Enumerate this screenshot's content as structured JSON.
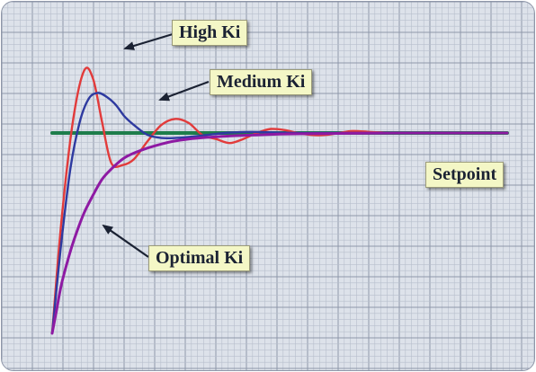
{
  "chart_data": {
    "type": "line",
    "title": "",
    "xlabel": "",
    "ylabel": "",
    "xlim": [
      0,
      10
    ],
    "ylim": [
      0,
      1.35
    ],
    "grid": true,
    "series": [
      {
        "name": "Setpoint",
        "color": "#1e7d4b",
        "x": [
          0,
          10
        ],
        "y": [
          1.0,
          1.0
        ]
      },
      {
        "name": "High Ki",
        "color": "#e23b3b",
        "x": [
          0,
          0.2,
          0.45,
          0.7,
          0.9,
          1.1,
          1.3,
          1.55,
          1.8,
          2.1,
          2.4,
          2.7,
          3.0,
          3.3,
          3.6,
          3.9,
          4.2,
          4.5,
          4.8,
          5.1,
          5.4,
          5.7,
          6.0,
          6.3,
          6.6,
          7.0,
          7.5,
          8.0,
          9.0,
          10.0
        ],
        "y": [
          0,
          0.55,
          1.05,
          1.31,
          1.27,
          1.05,
          0.85,
          0.84,
          0.87,
          0.96,
          1.04,
          1.07,
          1.05,
          0.99,
          0.97,
          0.95,
          0.97,
          1.0,
          1.02,
          1.015,
          1.0,
          0.99,
          0.99,
          1.0,
          1.01,
          1.005,
          1.0,
          1.0,
          1.0,
          1.0
        ]
      },
      {
        "name": "Medium Ki",
        "color": "#2e3aa0",
        "x": [
          0,
          0.2,
          0.4,
          0.6,
          0.8,
          1.0,
          1.2,
          1.4,
          1.6,
          1.85,
          2.1,
          2.4,
          2.7,
          3.0,
          3.4,
          3.8,
          4.2,
          4.6,
          5.0,
          5.4,
          5.8,
          6.2,
          7.0,
          8.0,
          10.0
        ],
        "y": [
          0,
          0.45,
          0.82,
          1.05,
          1.17,
          1.2,
          1.18,
          1.14,
          1.08,
          1.03,
          0.99,
          0.975,
          0.975,
          0.98,
          0.99,
          1.0,
          1.005,
          1.005,
          1.002,
          1.0,
          1.0,
          1.0,
          1.0,
          1.0,
          1.0
        ]
      },
      {
        "name": "Optimal Ki",
        "color": "#8e1aa3",
        "x": [
          0,
          0.1,
          0.2,
          0.35,
          0.5,
          0.7,
          0.9,
          1.1,
          1.3,
          1.55,
          1.8,
          2.1,
          2.4,
          2.7,
          3.0,
          3.4,
          3.8,
          4.2,
          4.6,
          5.0,
          5.5,
          6.0,
          6.5,
          7.0,
          8.0,
          9.0,
          10.0
        ],
        "y": [
          0,
          0.12,
          0.24,
          0.37,
          0.48,
          0.6,
          0.69,
          0.77,
          0.82,
          0.87,
          0.9,
          0.925,
          0.945,
          0.96,
          0.97,
          0.978,
          0.984,
          0.988,
          0.991,
          0.994,
          0.996,
          0.997,
          0.998,
          0.999,
          1.0,
          1.0,
          1.0
        ]
      }
    ]
  },
  "annotations": {
    "high_ki": "High Ki",
    "medium_ki": "Medium Ki",
    "setpoint": "Setpoint",
    "optimal_ki": "Optimal Ki"
  }
}
